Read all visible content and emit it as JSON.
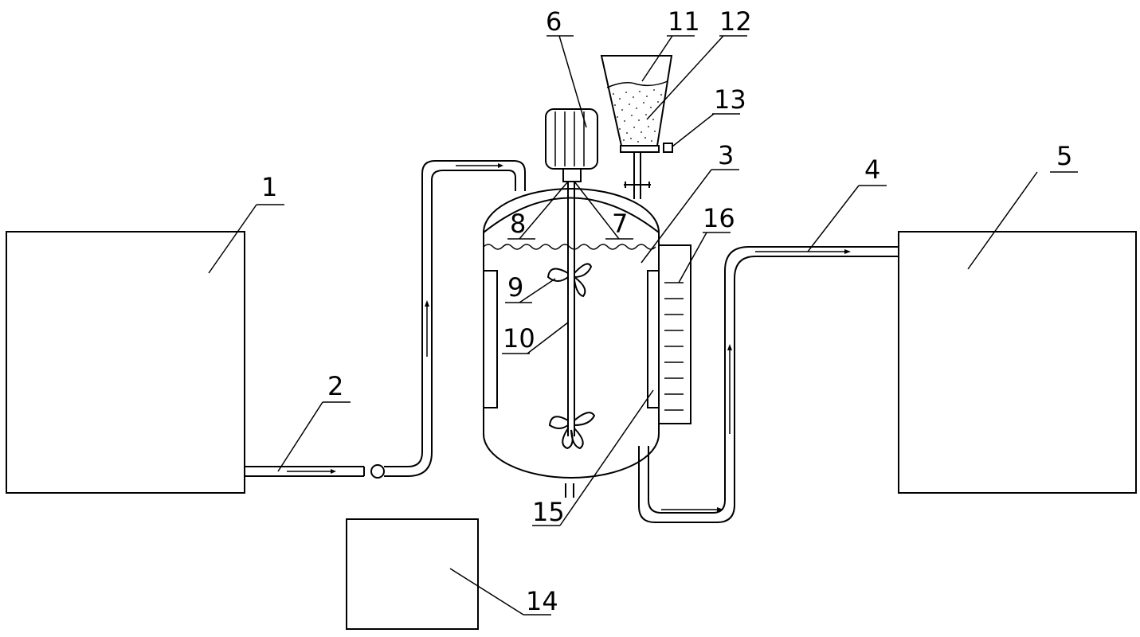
{
  "diagram": {
    "labels": {
      "l1": "1",
      "l2": "2",
      "l3": "3",
      "l4": "4",
      "l5": "5",
      "l6": "6",
      "l7": "7",
      "l8": "8",
      "l9": "9",
      "l10": "10",
      "l11": "11",
      "l12": "12",
      "l13": "13",
      "l14": "14",
      "l15": "15",
      "l16": "16"
    },
    "colors": {
      "line": "#000000",
      "background": "#ffffff"
    }
  }
}
